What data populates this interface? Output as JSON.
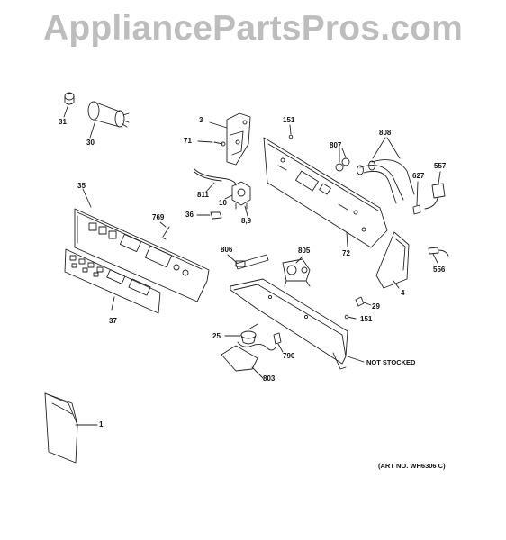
{
  "watermark": "AppliancePartsPros.com",
  "art_number": "(ART NO. WH6306 C)",
  "not_stocked_label": "NOT STOCKED",
  "parts": [
    "31",
    "30",
    "3",
    "71",
    "151",
    "807",
    "808",
    "557",
    "627",
    "811",
    "10",
    "8,9",
    "35",
    "769",
    "36",
    "806",
    "805",
    "72",
    "556",
    "4",
    "29",
    "151",
    "37",
    "25",
    "790",
    "803",
    "1"
  ]
}
